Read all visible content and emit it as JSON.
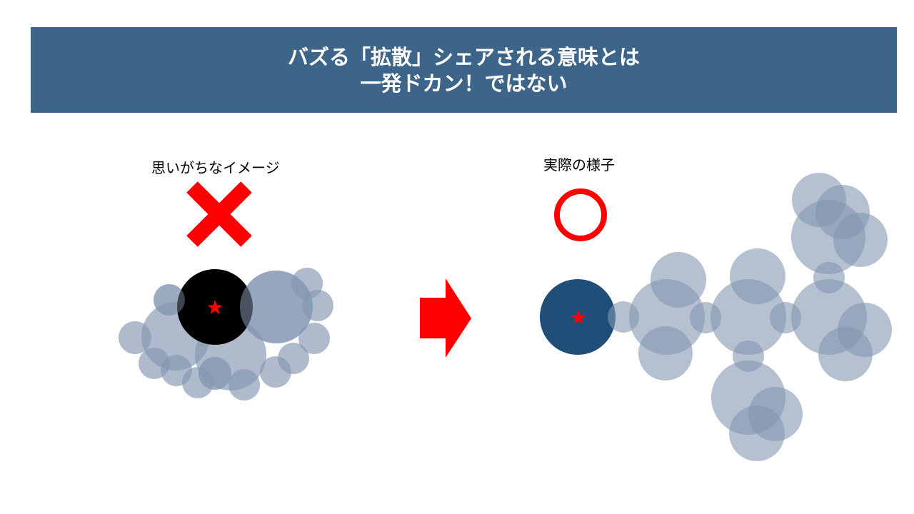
{
  "header": {
    "title_line1": "バズる「拡散」シェアされる意味とは",
    "title_line2": "一発ドカン！ではない"
  },
  "left_panel": {
    "label": "思いがちなイメージ",
    "mark_icon": "cross-mark-icon",
    "star_icon": "star-icon"
  },
  "right_panel": {
    "label": "実際の様子",
    "mark_icon": "circle-mark-icon",
    "star_icon": "star-icon"
  },
  "arrow_icon": "right-arrow-icon",
  "colors": {
    "header_bg": "#3d6589",
    "bubble": "#8496b1",
    "origin_left": "#000000",
    "origin_right": "#1f4e79",
    "accent_red": "#ff0000"
  }
}
